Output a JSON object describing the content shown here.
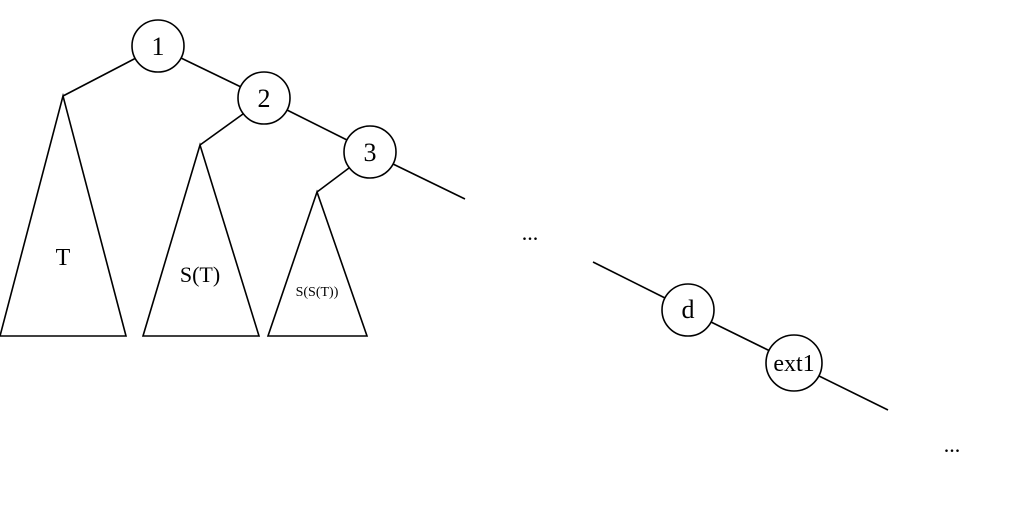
{
  "nodes": {
    "n1": "1",
    "n2": "2",
    "n3": "3",
    "d": "d",
    "ext1": "ext1"
  },
  "subtrees": {
    "t1": "T",
    "t2": "S(T)",
    "t3": "S(S(T))"
  },
  "ellipses": {
    "middle": "...",
    "end": "..."
  }
}
